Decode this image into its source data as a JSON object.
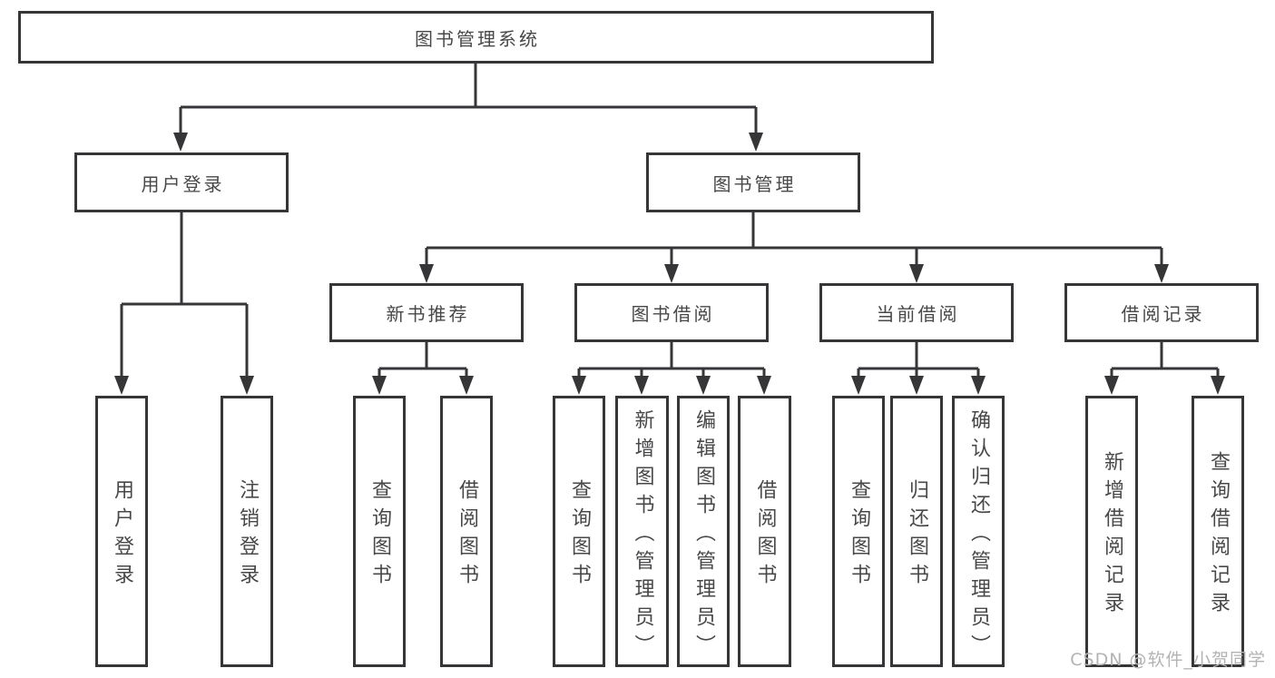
{
  "diagram_title": "图书管理系统",
  "watermark": "CSDN @软件_小贺同学",
  "colors": {
    "line": "#363638",
    "box_border": "#363638",
    "text": "#48484a",
    "watermark": "#b3b3b3",
    "background": "#ffffff"
  },
  "tree": {
    "root": {
      "label": "图书管理系统"
    },
    "children": [
      {
        "label": "用户登录",
        "children": [
          {
            "label": "用户登录"
          },
          {
            "label": "注销登录"
          }
        ]
      },
      {
        "label": "图书管理",
        "children": [
          {
            "label": "新书推荐",
            "children": [
              {
                "label": "查询图书"
              },
              {
                "label": "借阅图书"
              }
            ]
          },
          {
            "label": "图书借阅",
            "children": [
              {
                "label": "查询图书"
              },
              {
                "label": "新增图书（管理员）"
              },
              {
                "label": "编辑图书（管理员）"
              },
              {
                "label": "借阅图书"
              }
            ]
          },
          {
            "label": "当前借阅",
            "children": [
              {
                "label": "查询图书"
              },
              {
                "label": "归还图书"
              },
              {
                "label": "确认归还（管理员）"
              }
            ]
          },
          {
            "label": "借阅记录",
            "children": [
              {
                "label": "新增借阅记录"
              },
              {
                "label": "查询借阅记录"
              }
            ]
          }
        ]
      }
    ]
  }
}
